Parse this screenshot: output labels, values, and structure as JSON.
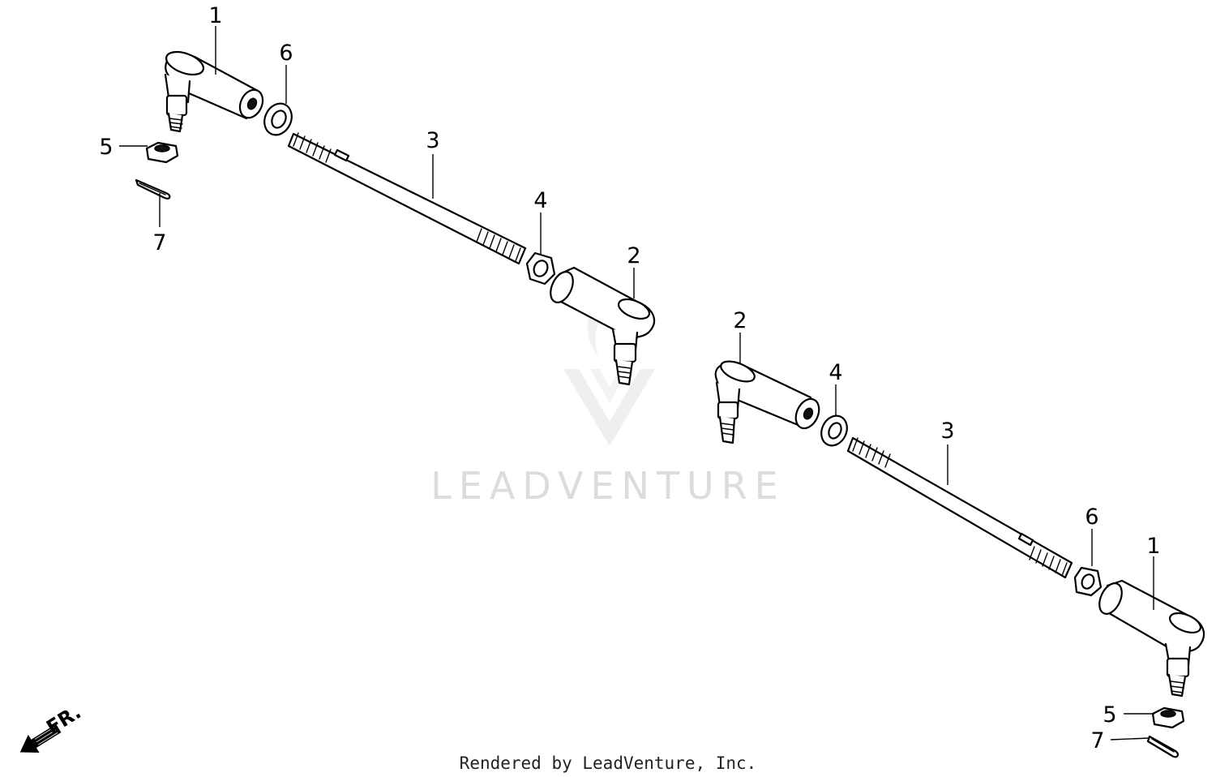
{
  "watermark": {
    "brand": "LEADVENTURE"
  },
  "footer": {
    "text": "Rendered by LeadVenture, Inc."
  },
  "direction": {
    "label": "FR."
  },
  "callouts": {
    "left": {
      "tie_rod_end_1": "1",
      "tie_rod_end_2": "2",
      "rod_3": "3",
      "nut_4": "4",
      "castle_nut_5": "5",
      "nut_6": "6",
      "cotter_pin_7": "7"
    },
    "right": {
      "tie_rod_end_1": "1",
      "tie_rod_end_2": "2",
      "rod_3": "3",
      "nut_4": "4",
      "castle_nut_5": "5",
      "nut_6": "6",
      "cotter_pin_7": "7"
    }
  }
}
